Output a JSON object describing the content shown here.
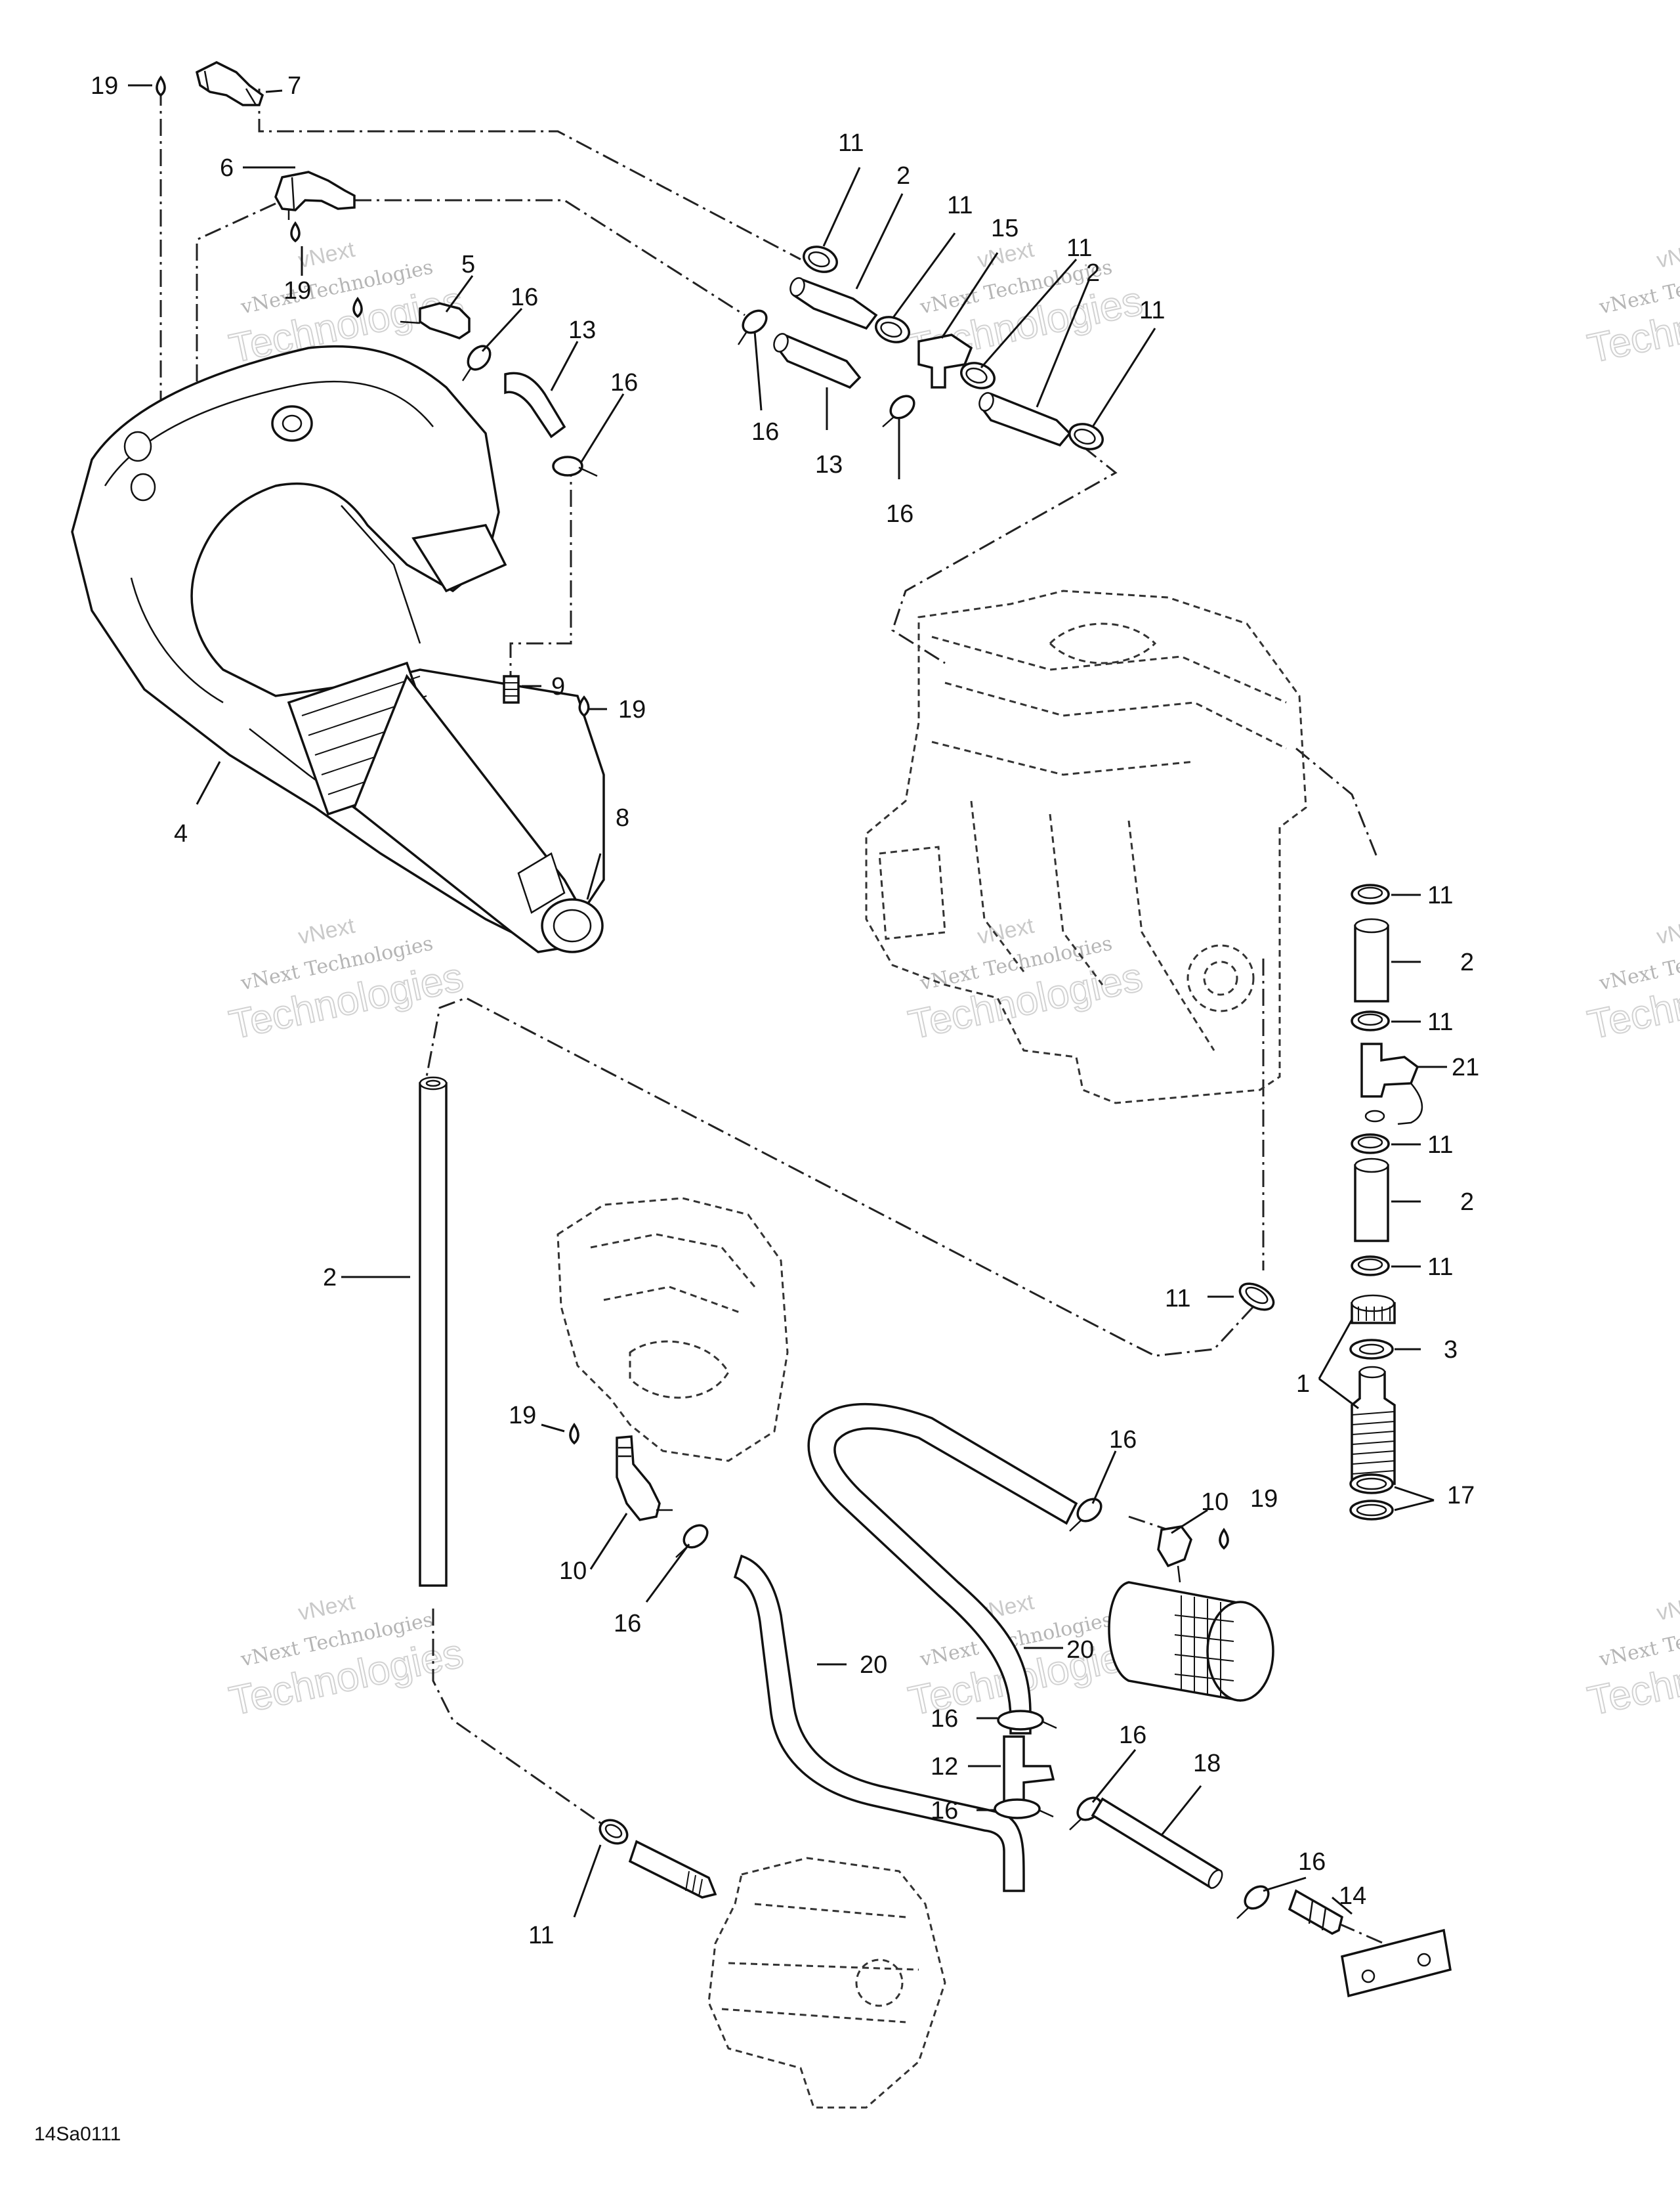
{
  "diagram_code": "14Sa0111",
  "watermark": {
    "line1": "vNext",
    "line2": "vNext Technologies",
    "line3": "Technologies"
  },
  "labels": [
    {
      "id": "l19a",
      "text": "19"
    },
    {
      "id": "l7",
      "text": "7"
    },
    {
      "id": "l6",
      "text": "6"
    },
    {
      "id": "l19b",
      "text": "19"
    },
    {
      "id": "l5",
      "text": "5"
    },
    {
      "id": "l16a",
      "text": "16"
    },
    {
      "id": "l13a",
      "text": "13"
    },
    {
      "id": "l16b",
      "text": "16"
    },
    {
      "id": "l11a",
      "text": "11"
    },
    {
      "id": "l2a",
      "text": "2"
    },
    {
      "id": "l11b",
      "text": "11"
    },
    {
      "id": "l15",
      "text": "15"
    },
    {
      "id": "l11c",
      "text": "11"
    },
    {
      "id": "l2b",
      "text": "2"
    },
    {
      "id": "l11d",
      "text": "11"
    },
    {
      "id": "l16c",
      "text": "16"
    },
    {
      "id": "l13b",
      "text": "13"
    },
    {
      "id": "l16d",
      "text": "16"
    },
    {
      "id": "l9",
      "text": "9"
    },
    {
      "id": "l19c",
      "text": "19"
    },
    {
      "id": "l4",
      "text": "4"
    },
    {
      "id": "l8",
      "text": "8"
    },
    {
      "id": "l11e",
      "text": "11"
    },
    {
      "id": "l2c",
      "text": "2"
    },
    {
      "id": "l11f",
      "text": "11"
    },
    {
      "id": "l21",
      "text": "21"
    },
    {
      "id": "l11g",
      "text": "11"
    },
    {
      "id": "l2d",
      "text": "2"
    },
    {
      "id": "l11h",
      "text": "11"
    },
    {
      "id": "l11i",
      "text": "11"
    },
    {
      "id": "l3",
      "text": "3"
    },
    {
      "id": "l1",
      "text": "1"
    },
    {
      "id": "l17",
      "text": "17"
    },
    {
      "id": "l2e",
      "text": "2"
    },
    {
      "id": "l19d",
      "text": "19"
    },
    {
      "id": "l10a",
      "text": "10"
    },
    {
      "id": "l16e",
      "text": "16"
    },
    {
      "id": "l16f",
      "text": "16"
    },
    {
      "id": "l10b",
      "text": "10"
    },
    {
      "id": "l19e",
      "text": "19"
    },
    {
      "id": "l20a",
      "text": "20"
    },
    {
      "id": "l20b",
      "text": "20"
    },
    {
      "id": "l16g",
      "text": "16"
    },
    {
      "id": "l12",
      "text": "12"
    },
    {
      "id": "l16h",
      "text": "16"
    },
    {
      "id": "l16i",
      "text": "16"
    },
    {
      "id": "l18",
      "text": "18"
    },
    {
      "id": "l16j",
      "text": "16"
    },
    {
      "id": "l14",
      "text": "14"
    },
    {
      "id": "l11j",
      "text": "11"
    }
  ]
}
